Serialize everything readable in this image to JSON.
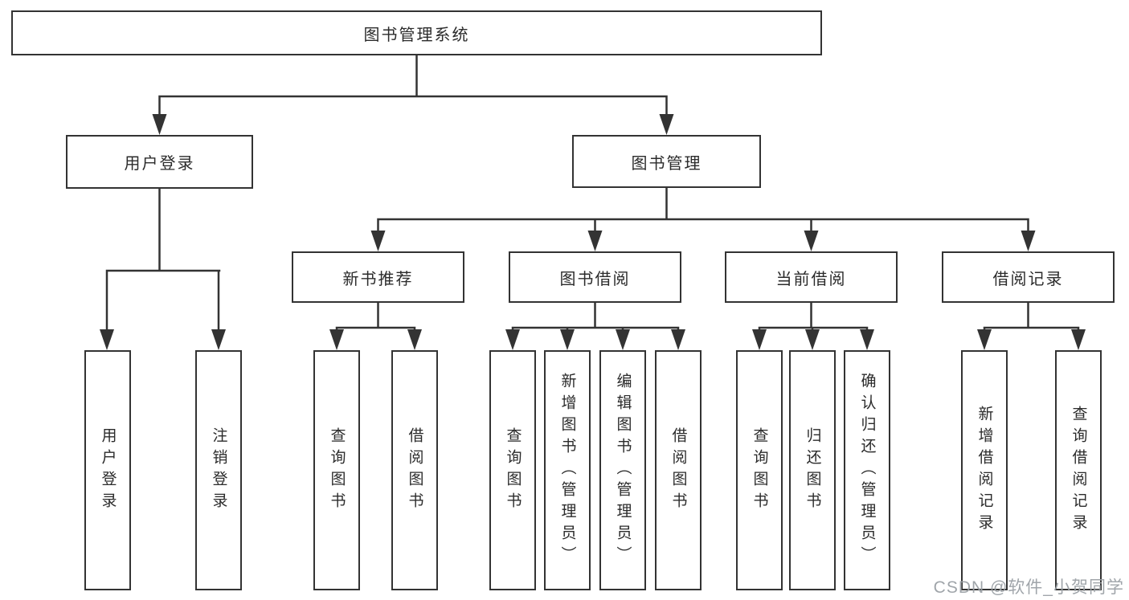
{
  "diagram": {
    "root": {
      "label": "图书管理系统"
    },
    "level2": [
      {
        "id": "user-login",
        "label": "用户登录"
      },
      {
        "id": "book-management",
        "label": "图书管理"
      }
    ],
    "level3": [
      {
        "id": "new-book-recommend",
        "parent": "图书管理",
        "label": "新书推荐"
      },
      {
        "id": "book-borrow",
        "parent": "图书管理",
        "label": "图书借阅"
      },
      {
        "id": "current-borrow",
        "parent": "图书管理",
        "label": "当前借阅"
      },
      {
        "id": "borrow-records",
        "parent": "图书管理",
        "label": "借阅记录"
      }
    ],
    "leaves": [
      {
        "parent": "用户登录",
        "label": "用户登录"
      },
      {
        "parent": "用户登录",
        "label": "注销登录"
      },
      {
        "parent": "新书推荐",
        "label": "查询图书"
      },
      {
        "parent": "新书推荐",
        "label": "借阅图书"
      },
      {
        "parent": "图书借阅",
        "label": "查询图书"
      },
      {
        "parent": "图书借阅",
        "label": "新增图书（管理员）"
      },
      {
        "parent": "图书借阅",
        "label": "编辑图书（管理员）"
      },
      {
        "parent": "图书借阅",
        "label": "借阅图书"
      },
      {
        "parent": "当前借阅",
        "label": "查询图书"
      },
      {
        "parent": "当前借阅",
        "label": "归还图书"
      },
      {
        "parent": "当前借阅",
        "label": "确认归还（管理员）"
      },
      {
        "parent": "借阅记录",
        "label": "新增借阅记录"
      },
      {
        "parent": "借阅记录",
        "label": "查询借阅记录"
      }
    ]
  },
  "watermark": {
    "text": "CSDN @软件_小贺同学"
  },
  "colors": {
    "line": "#333333",
    "box_border": "#333333",
    "box_fill": "#ffffff",
    "text": "#2b2b2b",
    "background": "#ffffff",
    "watermark": "#9ba1a6"
  }
}
